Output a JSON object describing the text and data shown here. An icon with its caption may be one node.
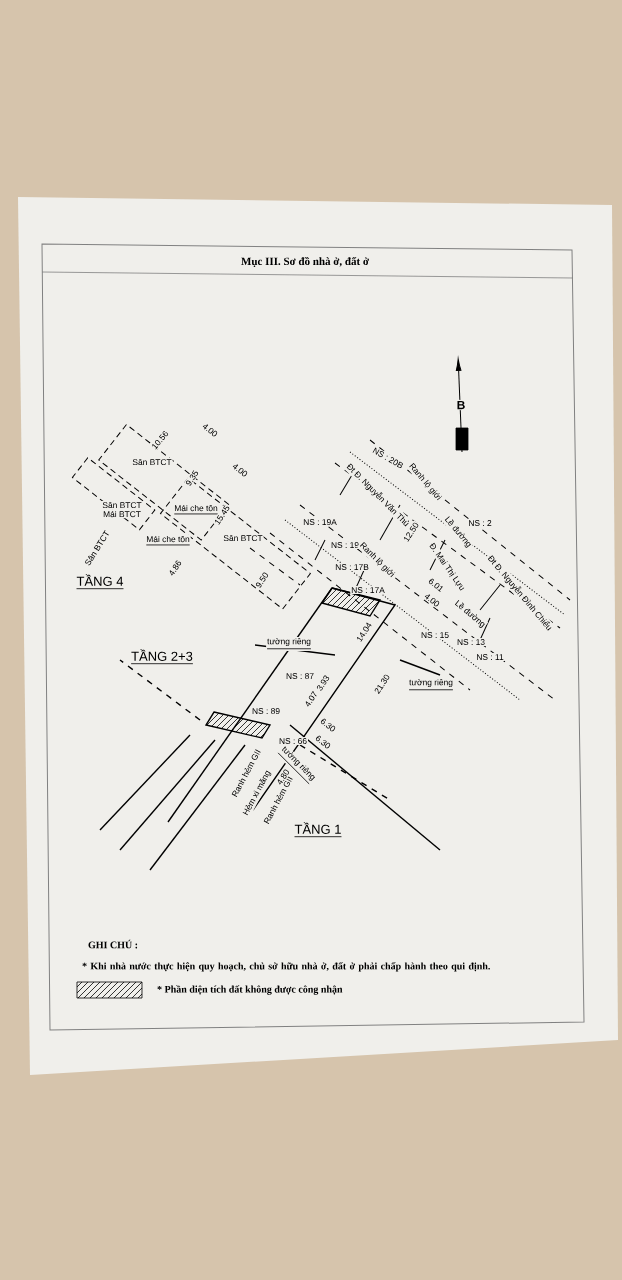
{
  "diagram": {
    "title": "Mục III. Sơ đồ nhà ở, đất ở",
    "labels": [
      "B",
      "Sân BTCT",
      "Sân BTCT",
      "Mái BTCT",
      "Sân BTCT",
      "Mái che tôn",
      "Mái che tôn",
      "Sân BTCT",
      "TẦNG 4",
      "TẦNG 2+3",
      "NS : 20B",
      "Ranh lộ giới",
      "Đt Đ. Nguyễn Văn Thủ",
      "NS : 2",
      "Lề đường",
      "Đ. Mai Thị Lựu",
      "NS : 19A",
      "NS : 19",
      "Ranh lộ giới",
      "NS : 17B",
      "NS : 17A",
      "Lề đường",
      "Đt Đ. Nguyễn Đình Chiểu",
      "NS : 15",
      "NS : 13",
      "NS : 11",
      "tường riêng",
      "tường riêng",
      "NS : 87",
      "NS : 89",
      "NS : 66",
      "tường riêng",
      "Ranh hẻm GII",
      "Hẻm xi măng",
      "Ranh hẻm GII",
      "TẦNG 1",
      "14.04",
      "21.30",
      "4.07",
      "3.93",
      "6.30",
      "6.30",
      "4.00",
      "6.01",
      "12.50",
      "4.80",
      "10.56",
      "9.35",
      "15.45",
      "4.86",
      "4.00",
      "4.00",
      "9.50",
      "GHI CHÚ :",
      "* Khi nhà nước thực hiện quy hoạch, chủ sở hữu nhà ở, đất ở phải chấp hành theo qui định."
    ],
    "legend": [
      {
        "text": "* Phần diện tích đất không được công nhận"
      }
    ]
  }
}
